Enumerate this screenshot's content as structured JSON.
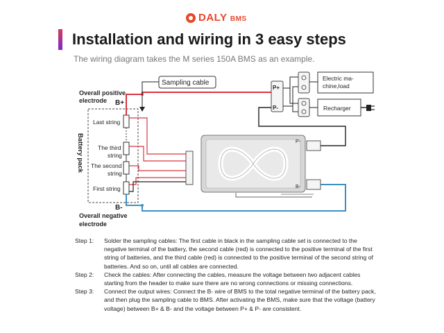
{
  "brand": {
    "name": "DALY",
    "suffix": "BMS",
    "color": "#e8472a"
  },
  "title": "Installation and wiring in 3 easy steps",
  "subtitle": "The wiring diagram takes the M series 150A BMS as an example.",
  "diagram": {
    "sampling_cable": "Sampling cable",
    "pos_electrode": "Overall positive electrode",
    "b_plus": "B+",
    "b_minus": "B-",
    "neg_electrode": "Overall negative electrode",
    "battery_pack": "Battery pack",
    "strings": [
      "Last string",
      "The third string",
      "The second string",
      "First string"
    ],
    "p_plus": "P+",
    "p_minus": "P-",
    "load": "Electric machine,load",
    "recharger": "Recharger",
    "bms_p_minus": "P-",
    "bms_b_minus": "B-",
    "colors": {
      "positive": "#d8343f",
      "negative": "#3f8fc4",
      "wire": "#222222"
    }
  },
  "steps": [
    {
      "label": "Step 1:",
      "text": "Solder the sampling cables: The first cable in black in the sampling cable set is connected to the negative terminal of the battery, the second cable (red) is connected to the positive terminal of the first string of batteries, and the third cable (red) is connected to the positive terminal of the second string of batteries. And so on, until all cables are connected."
    },
    {
      "label": "Step 2:",
      "text": "Check the cables: After connecting the cables, measure the voltage between two adjacent cables starting from the header to make sure there are no wrong connections or missing connections."
    },
    {
      "label": "Step 3:",
      "text": "Connect the output wires: Connect the B- wire of BMS to the total negative terminal of the battery pack, and then plug the sampling cable to BMS. After activating the BMS, make sure that the voltage (battery voltage) between B+ & B- and the voltage between P+ & P- are consistent."
    }
  ]
}
